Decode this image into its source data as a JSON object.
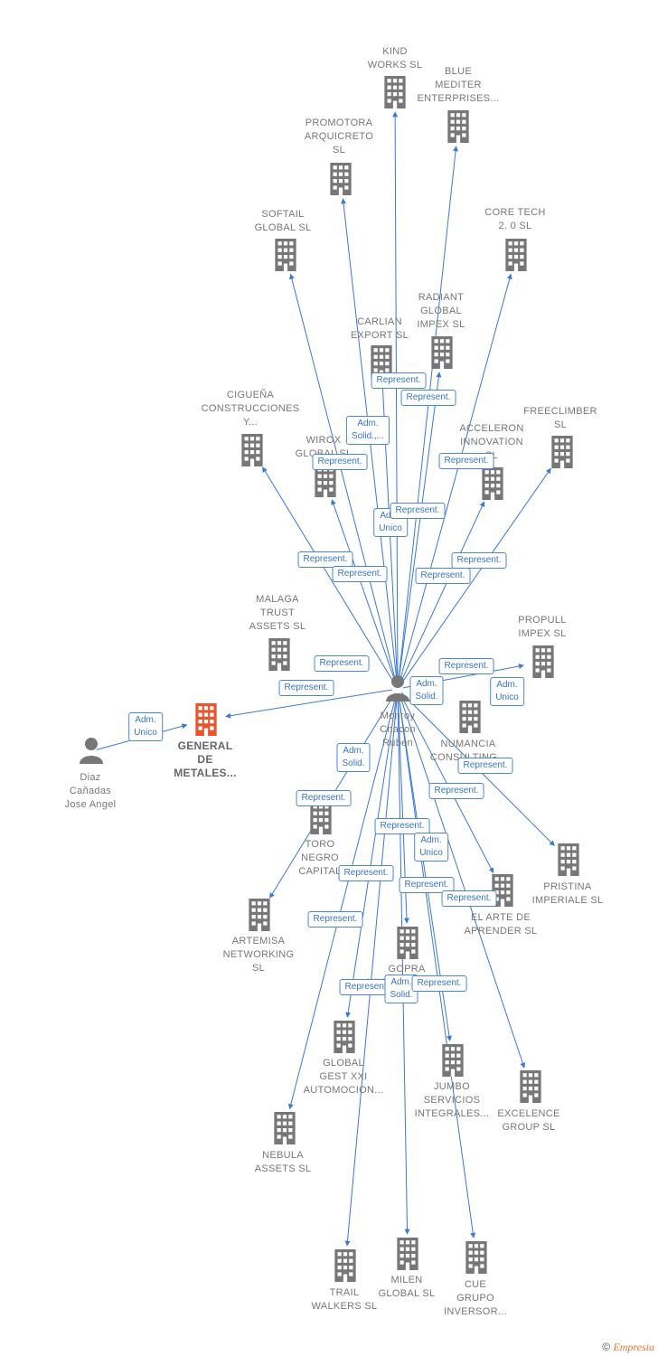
{
  "colors": {
    "edge": "#3a78d8",
    "building": "#777777",
    "building_focus": "#e8542b",
    "person": "#777777"
  },
  "nodes": [
    {
      "id": "center",
      "kind": "person",
      "label": "Monroy\nChacon\nRuben"
    },
    {
      "id": "diaz",
      "kind": "person",
      "label": "Diaz\nCañadas\nJose Angel"
    },
    {
      "id": "general",
      "kind": "focus",
      "label": "GENERAL\nDE\nMETALES..."
    },
    {
      "id": "kind",
      "kind": "company",
      "label": "KIND\nWORKS  SL"
    },
    {
      "id": "blue",
      "kind": "company",
      "label": "BLUE\nMEDITER\nENTERPRISES..."
    },
    {
      "id": "promotora",
      "kind": "company",
      "label": "PROMOTORA\nARQUICRETO\nSL"
    },
    {
      "id": "softail",
      "kind": "company",
      "label": "SOFTAIL\nGLOBAL  SL"
    },
    {
      "id": "core",
      "kind": "company",
      "label": "CORE TECH\n2. 0  SL"
    },
    {
      "id": "radiant",
      "kind": "company",
      "label": "RADIANT\nGLOBAL\nIMPEX  SL"
    },
    {
      "id": "carlian",
      "kind": "company",
      "label": "CARLIAN\nEXPORT SL"
    },
    {
      "id": "ciguena",
      "kind": "company",
      "label": "CIGUEÑA\nCONSTRUCCIONES\nY..."
    },
    {
      "id": "wirox",
      "kind": "company",
      "label": "WIROX\nGLOBAL SL"
    },
    {
      "id": "acceleron",
      "kind": "company",
      "label": "ACCELERON\nINNOVATION\nSL"
    },
    {
      "id": "freeclimber",
      "kind": "company",
      "label": "FREECLIMBER\nSL"
    },
    {
      "id": "malaga",
      "kind": "company",
      "label": "MALAGA\nTRUST\nASSETS  SL"
    },
    {
      "id": "propull",
      "kind": "company",
      "label": "PROPULL\nIMPEX  SL"
    },
    {
      "id": "numancia",
      "kind": "company",
      "label": "NUMANCIA\nCONSULTING..."
    },
    {
      "id": "toro",
      "kind": "company",
      "label": "TORO\nNEGRO\nCAPITAL"
    },
    {
      "id": "pristina",
      "kind": "company",
      "label": "PRISTINA\nIMPERIALE  SL"
    },
    {
      "id": "elarte",
      "kind": "company",
      "label": "EL ARTE DE\nAPRENDER  SL"
    },
    {
      "id": "artemisa",
      "kind": "company",
      "label": "ARTEMISA\nNETWORKING\nSL"
    },
    {
      "id": "gopra",
      "kind": "company",
      "label": "GOPRA\nINVERSIONES..."
    },
    {
      "id": "globalgest",
      "kind": "company",
      "label": "GLOBAL\nGEST XXI\nAUTOMOCION..."
    },
    {
      "id": "jumbo",
      "kind": "company",
      "label": "JUMBO\nSERVICIOS\nINTEGRALES..."
    },
    {
      "id": "excelence",
      "kind": "company",
      "label": "EXCELENCE\nGROUP  SL"
    },
    {
      "id": "nebula",
      "kind": "company",
      "label": "NEBULA\nASSETS  SL"
    },
    {
      "id": "trail",
      "kind": "company",
      "label": "TRAIL\nWALKERS  SL"
    },
    {
      "id": "milen",
      "kind": "company",
      "label": "MILEN\nGLOBAL  SL"
    },
    {
      "id": "cue",
      "kind": "company",
      "label": "CUE\nGRUPO\nINVERSOR..."
    }
  ],
  "edges": [
    {
      "from": "center",
      "to": "kind",
      "label": ""
    },
    {
      "from": "center",
      "to": "blue",
      "label": ""
    },
    {
      "from": "center",
      "to": "promotora",
      "label": ""
    },
    {
      "from": "center",
      "to": "softail",
      "label": ""
    },
    {
      "from": "center",
      "to": "core",
      "label": ""
    },
    {
      "from": "center",
      "to": "radiant",
      "label": "Represent."
    },
    {
      "from": "center",
      "to": "carlian",
      "label": "Represent."
    },
    {
      "from": "center",
      "to": "ciguena",
      "label": "Represent."
    },
    {
      "from": "center",
      "to": "wirox",
      "label": "Represent."
    },
    {
      "from": "center",
      "to": "acceleron",
      "label": "Represent."
    },
    {
      "from": "center",
      "to": "freeclimber",
      "label": "Represent."
    },
    {
      "from": "center",
      "to": "general",
      "label": "Represent."
    },
    {
      "from": "diaz",
      "to": "general",
      "label": "Adm.\nUnico"
    },
    {
      "from": "center",
      "to": "propull",
      "label": "Adm.\nUnico"
    },
    {
      "from": "center",
      "to": "pristina",
      "label": "Represent."
    },
    {
      "from": "center",
      "to": "elarte",
      "label": "Represent."
    },
    {
      "from": "center",
      "to": "artemisa",
      "label": "Represent."
    },
    {
      "from": "center",
      "to": "gopra",
      "label": "Adm.\nUnico"
    },
    {
      "from": "center",
      "to": "globalgest",
      "label": "Represent."
    },
    {
      "from": "center",
      "to": "jumbo",
      "label": "Represent."
    },
    {
      "from": "center",
      "to": "excelence",
      "label": ""
    },
    {
      "from": "center",
      "to": "nebula",
      "label": "Represent."
    },
    {
      "from": "center",
      "to": "trail",
      "label": ""
    },
    {
      "from": "center",
      "to": "milen",
      "label": ""
    },
    {
      "from": "center",
      "to": "cue",
      "label": ""
    }
  ],
  "edge_labels": [
    "Represent.",
    "Represent.",
    "Adm.\nSolid.,...",
    "Represent.",
    "Represent.",
    "Adm.\nUnico",
    "Represent.",
    "Represent.",
    "Represent.",
    "Represent.",
    "Represent.",
    "Represent.",
    "Represent.",
    "Adm.\nUnico",
    "Represent.",
    "Adm.\nSolid.",
    "Adm.\nUnico",
    "Adm.\nSolid.",
    "Represent.",
    "Represent.",
    "Represent.",
    "Represent.",
    "Adm.\nUnico",
    "Represent.",
    "Represent.",
    "Represent.",
    "Represent.",
    "Represent.",
    "Adm.\nSolid.",
    "Represent."
  ],
  "footer": {
    "copyright": "©",
    "brand": "Empresia"
  }
}
